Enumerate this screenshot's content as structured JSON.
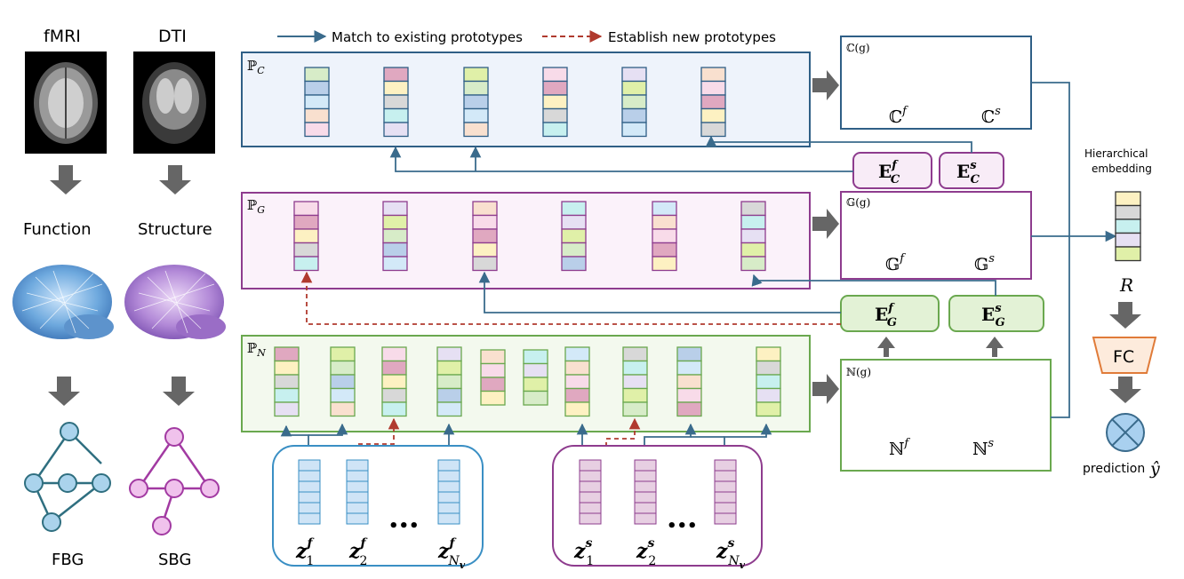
{
  "legend": {
    "match_label": "Match to existing prototypes",
    "new_label": "Establish new prototypes"
  },
  "left": {
    "fmri_label": "fMRI",
    "dti_label": "DTI",
    "function_label": "Function",
    "structure_label": "Structure",
    "fbg_label": "FBG",
    "sbg_label": "SBG"
  },
  "pools": {
    "pc_label": "ℙ",
    "pc_sub": "C",
    "pg_label": "ℙ",
    "pg_sub": "G",
    "pn_label": "ℙ",
    "pn_sub": "N"
  },
  "graph_boxes": {
    "cg_label": "ℂ(g)",
    "cf_label": "ℂ",
    "cf_sup": "f",
    "cs_label": "ℂ",
    "cs_sup": "s",
    "gg_label": "𝔾(g)",
    "gf_label": "𝔾",
    "gf_sup": "f",
    "gs_label": "𝔾",
    "gs_sup": "s",
    "ng_label": "ℕ(g)",
    "nf_label": "ℕ",
    "nf_sup": "f",
    "ns_label": "ℕ",
    "ns_sup": "s"
  },
  "embeddings": {
    "ecf": "E",
    "ecf_sup": "f",
    "ecf_sub": "C",
    "ecs": "E",
    "ecs_sup": "s",
    "ecs_sub": "C",
    "egf": "E",
    "egf_sup": "f",
    "egf_sub": "G",
    "egs": "E",
    "egs_sup": "s",
    "egs_sub": "G"
  },
  "right": {
    "hier_line1": "Hierarchical",
    "hier_line2": "embedding",
    "r_label": "R",
    "fc_label": "FC",
    "prediction_label": "prediction",
    "yhat_label": "ŷ"
  },
  "nodes_f": {
    "z1": "z",
    "z1_sup": "f",
    "z1_sub": "1",
    "z2": "z",
    "z2_sup": "f",
    "z2_sub": "2",
    "zn": "z",
    "zn_sup": "f",
    "zn_sub": "N",
    "zn_subsub": "v",
    "dots": "•••"
  },
  "nodes_s": {
    "z1": "z",
    "z1_sup": "s",
    "z1_sub": "1",
    "z2": "z",
    "z2_sup": "s",
    "z2_sub": "2",
    "zn": "z",
    "zn_sup": "s",
    "zn_sub": "N",
    "zn_subsub": "v",
    "dots": "•••"
  },
  "colors": {
    "blue_line": "#3a6b8c",
    "red_dash": "#b03a2e",
    "pc_border": "#2f5f86",
    "pc_fill": "#eef3fb",
    "pg_border": "#8e3c8e",
    "pg_fill": "#fbf2fa",
    "pn_border": "#6aa84f",
    "pn_fill": "#f3f9ee",
    "fc_border": "#e07b39",
    "fc_fill": "#fdebdc",
    "pred_fill": "#a9d0ef",
    "cell_palette": [
      "#fdf1c2",
      "#f8dbe9",
      "#d3e9f8",
      "#d7ecc8",
      "#e6e0f3",
      "#d8d8d8",
      "#e0a8c0",
      "#f9e0cf",
      "#b9cfe9",
      "#e0f0a8",
      "#c7f0ef"
    ]
  }
}
